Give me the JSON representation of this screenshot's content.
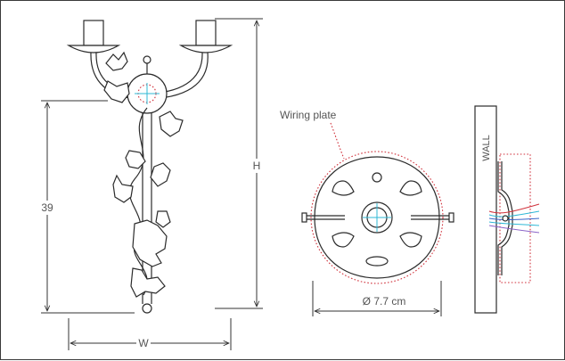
{
  "labels": {
    "height_letter": "H",
    "height_value": "39",
    "width_letter": "W",
    "wiring_plate": "Wiring plate",
    "diameter": "Ø 7.7 cm",
    "wall": "WALL"
  },
  "colors": {
    "line": "#2b2b2b",
    "dimension_text": "#555555",
    "dotted_outline": "#d0323c",
    "center_mark": "#2fb8d6"
  }
}
